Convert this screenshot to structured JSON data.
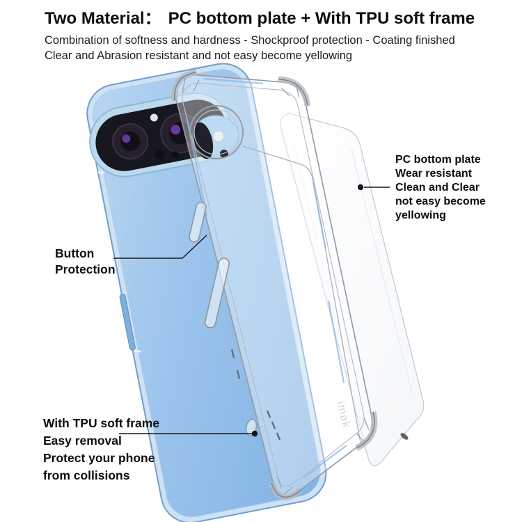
{
  "header": {
    "title_prefix": "Two Material：",
    "title_rest": "PC bottom plate + With TPU soft frame",
    "subtitle_line1": "Combination of softness and hardness - Shockproof protection - Coating finished",
    "subtitle_line2": "Clear and Abrasion resistant and not easy become yellowing"
  },
  "annotations": {
    "button_protection": {
      "lines": [
        "Button",
        "Protection"
      ]
    },
    "pc_bottom_plate": {
      "lines": [
        "PC bottom plate",
        "Wear resistant",
        "Clean and Clear",
        "not easy become",
        "yellowing"
      ]
    },
    "tpu_soft_frame": {
      "lines": [
        "With TPU soft frame",
        "Easy removal",
        "Protect your phone",
        "from collisions"
      ]
    }
  },
  "product": {
    "brand_logo": "imak",
    "materials": [
      "PC bottom plate",
      "TPU soft frame"
    ],
    "colors": {
      "phone_blue": "#9cc4ec",
      "phone_frame": "#cde2f4",
      "camera_bar": "#17171f",
      "case_line_gray": "#969ca4",
      "case_accent_blue": "#85b5e8",
      "plate_white": "#fdfdfe",
      "text_black": "#0d0d0d"
    }
  }
}
